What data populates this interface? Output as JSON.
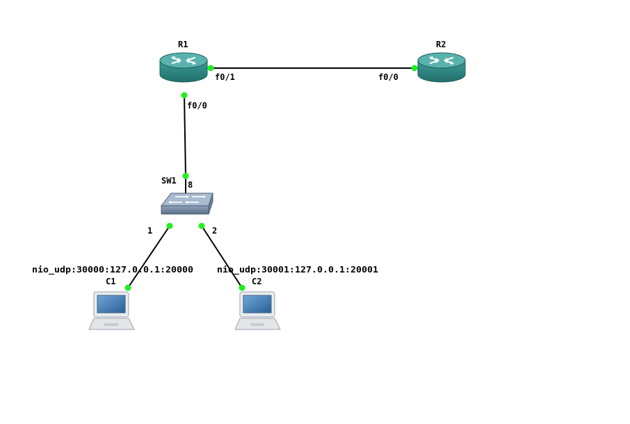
{
  "colors": {
    "port_status": "#22ee22",
    "link": "#000000",
    "router_body": "#2f8f8c",
    "router_top": "#5ab2ad",
    "switch_body": "#7f93ab",
    "switch_top": "#a9bbd0",
    "screen": "#3f7fbf"
  },
  "devices": {
    "r1": {
      "name": "R1",
      "type": "router",
      "icon": "router-icon"
    },
    "r2": {
      "name": "R2",
      "type": "router",
      "icon": "router-icon"
    },
    "sw1": {
      "name": "SW1",
      "type": "switch",
      "icon": "switch-icon"
    },
    "c1": {
      "name": "C1",
      "type": "host",
      "icon": "laptop-icon"
    },
    "c2": {
      "name": "C2",
      "type": "host",
      "icon": "laptop-icon"
    }
  },
  "ports": {
    "r1_f01": "f0/1",
    "r2_f00": "f0/0",
    "r1_f00": "f0/0",
    "sw1_p8": "8",
    "sw1_p1": "1",
    "sw1_p2": "2"
  },
  "nio": {
    "c1": "nio_udp:30000:127.0.0.1:20000",
    "c2": "nio_udp:30001:127.0.0.1:20001"
  },
  "links": [
    {
      "from": "R1 f0/1",
      "to": "R2 f0/0"
    },
    {
      "from": "R1 f0/0",
      "to": "SW1 8"
    },
    {
      "from": "SW1 1",
      "to": "C1"
    },
    {
      "from": "SW1 2",
      "to": "C2"
    }
  ]
}
